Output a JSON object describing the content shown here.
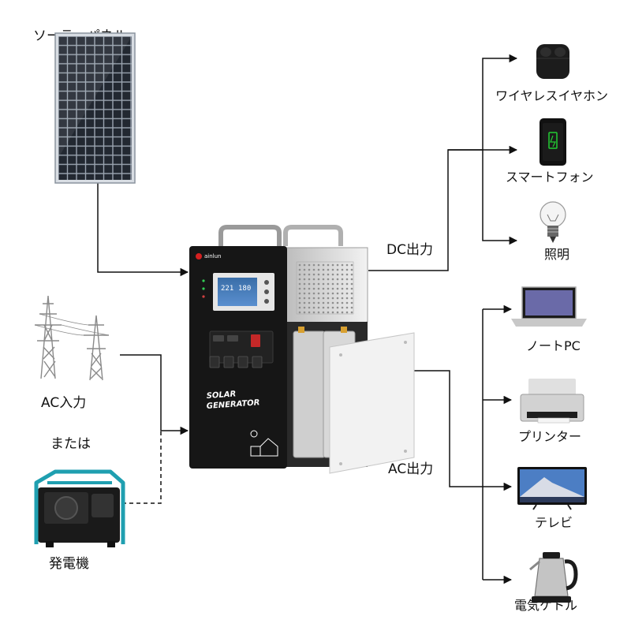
{
  "inputs": {
    "solar_panel": "ソーラーパネル",
    "ac_input": "AC入力",
    "or": "または",
    "generator": "発電機"
  },
  "unit": {
    "brand": "ainlun",
    "display_value": "221",
    "display_value2": "180",
    "product_line1": "SOLAR",
    "product_line2": "GENERATOR"
  },
  "outputs": {
    "dc_label": "DC出力",
    "ac_label": "AC出力",
    "dc_devices": [
      "ワイヤレスイヤホン",
      "スマートフォン",
      "照明"
    ],
    "ac_devices": [
      "ノートPC",
      "プリンター",
      "テレビ",
      "電気ケトル"
    ]
  },
  "colors": {
    "line": "#111111",
    "unit_body": "#161616",
    "unit_side": "#dcdcdc",
    "lcd": "#3a6ea8",
    "battery": "#d4d4d4",
    "panel_cell": "#2a2f38",
    "generator_frame": "#1f9fb0"
  },
  "icons": [
    "solar-panel-icon",
    "power-tower-icon",
    "generator-icon",
    "earbuds-icon",
    "smartphone-icon",
    "light-bulb-icon",
    "laptop-icon",
    "printer-icon",
    "tv-icon",
    "kettle-icon"
  ]
}
